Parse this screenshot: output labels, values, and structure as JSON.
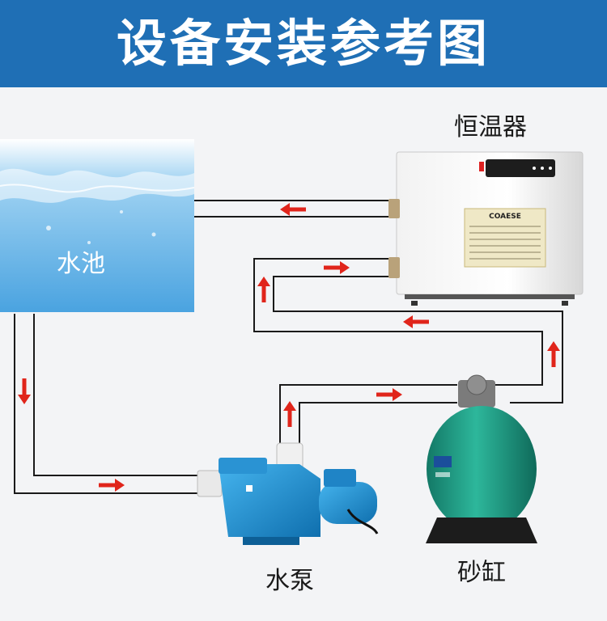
{
  "header": {
    "title": "设备安装参考图"
  },
  "labels": {
    "pool": "水池",
    "heater": "恒温器",
    "pump": "水泵",
    "sand_filter": "砂缸",
    "heater_brand": "COAESE"
  },
  "colors": {
    "header_bg": "#1f6fb5",
    "arrow": "#e0251b",
    "pipe": "#1a1a1a",
    "pump_blue": "#1b8fd0",
    "filter_green": "#1f9a83"
  },
  "icons": [
    "arrow-right-icon",
    "arrow-left-icon",
    "arrow-up-icon",
    "arrow-down-icon"
  ]
}
